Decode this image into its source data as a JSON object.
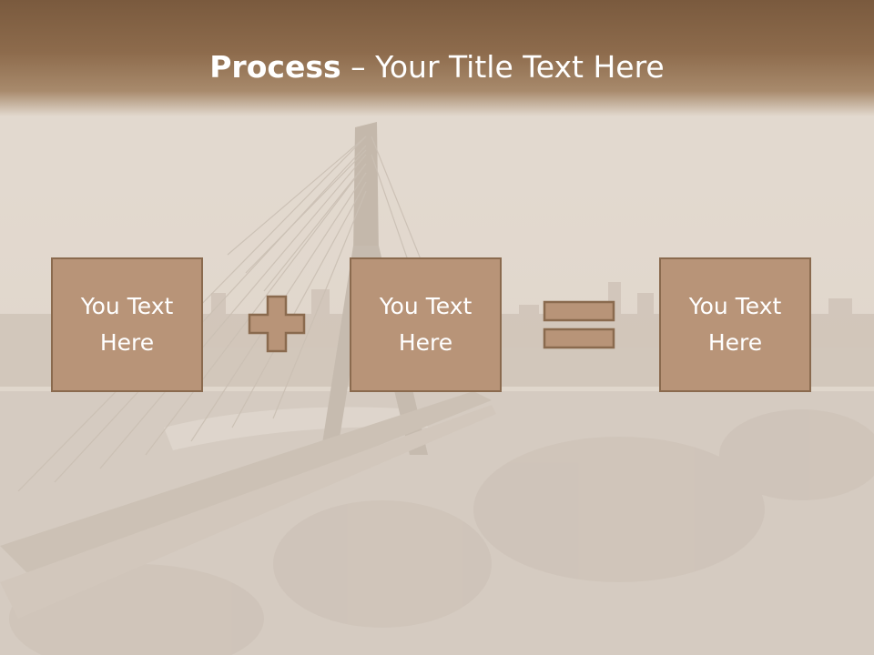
{
  "slide": {
    "title_bold": "Process",
    "title_rest": " – Your Title Text Here"
  },
  "boxes": [
    {
      "text": "You Text Here"
    },
    {
      "text": "You Text Here"
    },
    {
      "text": "You Text Here"
    }
  ],
  "operators": [
    "plus-icon",
    "equals-icon"
  ],
  "colors": {
    "header": "#8d6b4c",
    "box_fill": "#b89478",
    "box_border": "#8a6a4e",
    "text": "#ffffff"
  }
}
